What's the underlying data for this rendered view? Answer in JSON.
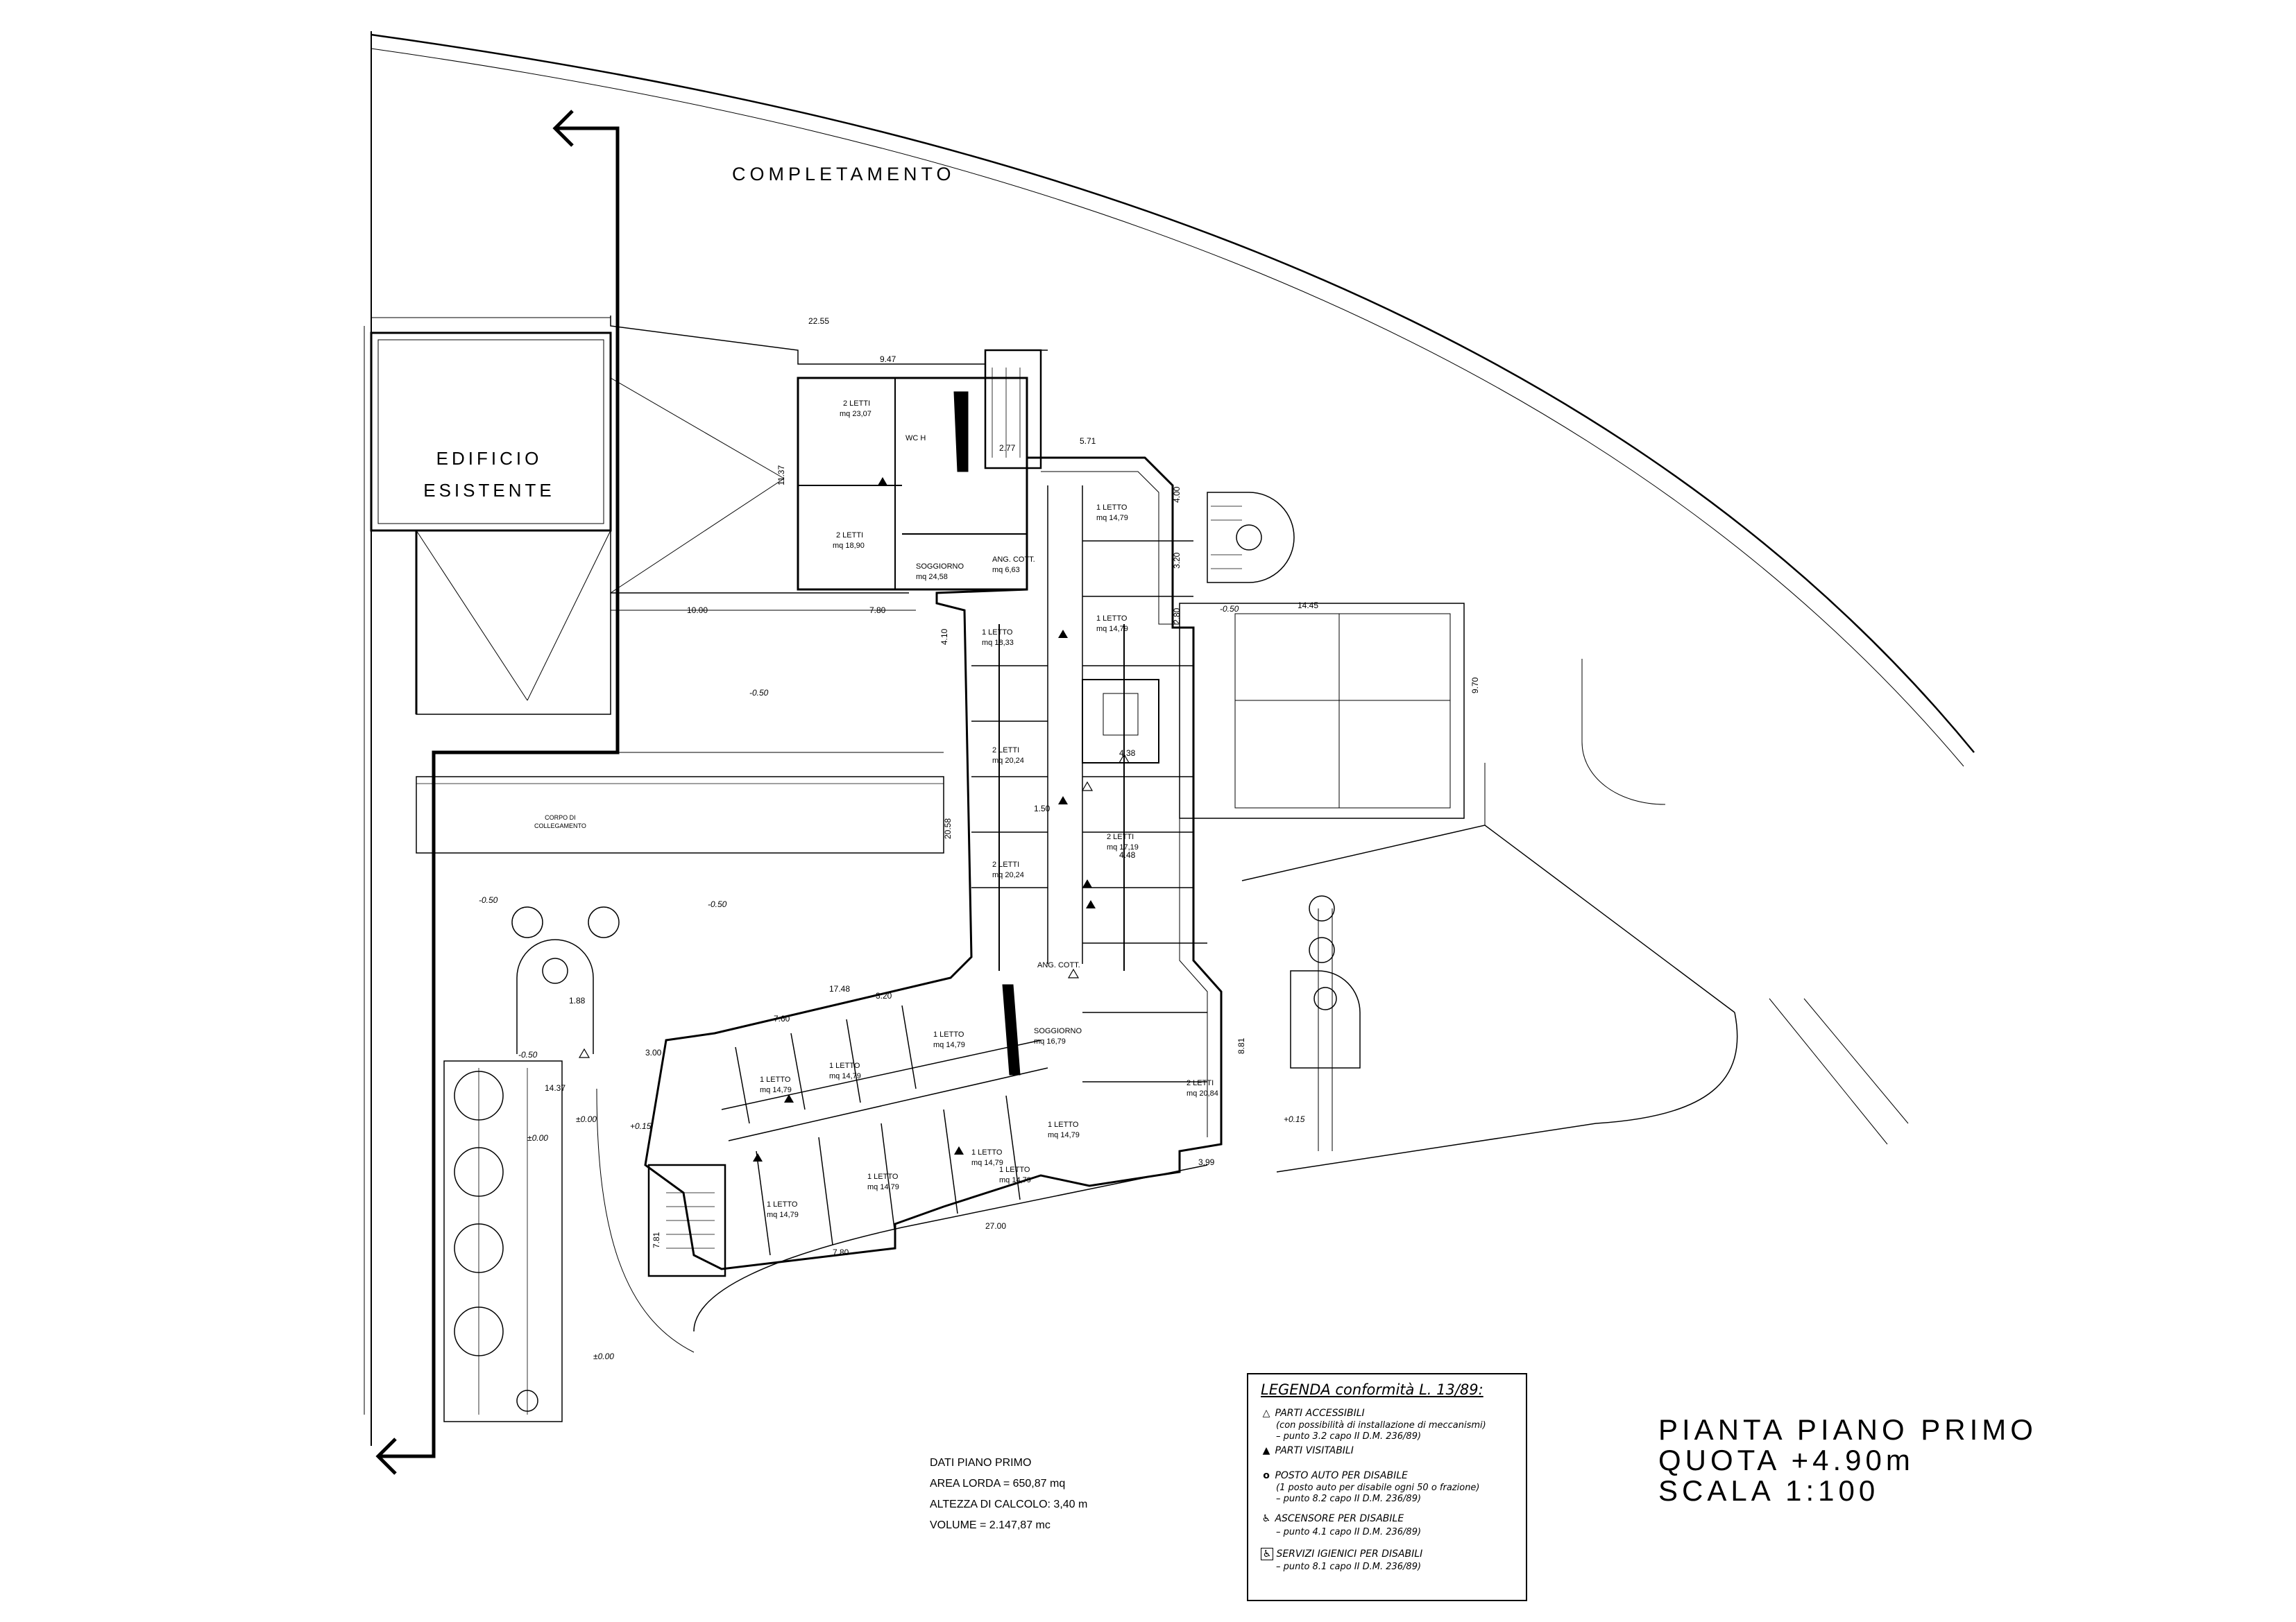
{
  "site": {
    "completamento": "COMPLETAMENTO",
    "edificio_line1": "EDIFICIO",
    "edificio_line2": "ESISTENTE",
    "corpo_line1": "CORPO DI",
    "corpo_line2": "COLLEGAMENTO"
  },
  "title_block": {
    "line1": "PIANTA PIANO PRIMO",
    "line2": "QUOTA +4.90m",
    "line3": "SCALA 1:100"
  },
  "dati": {
    "title": "DATI PIANO PRIMO",
    "area": "AREA LORDA = 650,87 mq",
    "altezza": "ALTEZZA DI CALCOLO: 3,40 m",
    "volume": "VOLUME = 2.147,87 mc"
  },
  "legend": {
    "title": "LEGENDA conformità L. 13/89:",
    "items": [
      {
        "symbol": "△",
        "label": "PARTI ACCESSIBILI",
        "notes": [
          "(con possibilità di installazione di meccanismi)",
          "– punto 3.2 capo II D.M. 236/89)"
        ]
      },
      {
        "symbol": "▲",
        "label": "PARTI VISITABILI",
        "notes": []
      },
      {
        "symbol": "o",
        "label": "POSTO AUTO PER DISABILE",
        "notes": [
          "(1 posto auto per disabile ogni 50 o frazione)",
          "– punto 8.2 capo II D.M. 236/89)"
        ]
      },
      {
        "symbol": "♿",
        "label": "ASCENSORE PER DISABILE",
        "notes": [
          "– punto 4.1 capo II D.M. 236/89)"
        ]
      },
      {
        "symbol": "♿",
        "label": "SERVIZI IGIENICI PER DISABILI",
        "notes": [
          "– punto 8.1 capo II D.M. 236/89)"
        ]
      }
    ]
  },
  "dimensions": {
    "d1": "22.55",
    "d2": "9.47",
    "d3": "2.77",
    "d4": "5.71",
    "d5": "10.00",
    "d6": "7.80",
    "d7": "14.45",
    "d8": "17.48",
    "d9": "7.60",
    "d10": "3.20",
    "d11": "14.37",
    "d12": "27.00",
    "d13": "7.80",
    "d14": "3.99",
    "d15": "3.00",
    "d16": "1.88",
    "d17": "4.48",
    "d18": "1.50",
    "d19": "4.38",
    "d20": "11.37",
    "d21": "20.58",
    "d22": "8.81",
    "d23": "7.81",
    "d24": "9.70",
    "d25": "4.10",
    "d26": "3.20",
    "d27": "2.80",
    "d28": "4.00"
  },
  "elevations": {
    "e1": "-0.50",
    "e2": "-0.50",
    "e3": "-0.50",
    "e4": "-0.50",
    "e5": "±0.00",
    "e6": "±0.00",
    "e7": "+0.15",
    "e8": "±0.00",
    "e9": "+0.15",
    "e10": "-0.50"
  },
  "rooms": {
    "r1": "2 LETTI",
    "r1a": "mq 23,07",
    "r2": "WC H",
    "r3": "2 LETTI",
    "r3a": "mq 18,90",
    "r4": "SOGGIORNO",
    "r4a": "mq 24,58",
    "r5": "ANG. COTT.",
    "r5a": "mq 6,63",
    "r6": "1 LETTO",
    "r6a": "mq 14,79",
    "r7": "1 LETTO",
    "r7a": "mq 14,79",
    "r8": "1 LETTO",
    "r8a": "mq 18,33",
    "r9": "2 LETTI",
    "r9a": "mq 20,24",
    "r10": "2 LETTI",
    "r10a": "mq 20,24",
    "r11": "2 LETTI",
    "r11a": "mq 17,19",
    "r12": "ANG. COTT.",
    "r13": "SOGGIORNO",
    "r13a": "mq 16,79",
    "r14": "1 LETTO",
    "r14a": "mq 14,79",
    "r15": "1 LETTO",
    "r15a": "mq 14,79",
    "r16": "1 LETTO",
    "r16a": "mq 14,79",
    "r17": "2 LETTI",
    "r17a": "mq 20,84",
    "r18": "1 LETTO",
    "r18a": "mq 14,79",
    "r19": "1 LETTO",
    "r19a": "mq 14,79",
    "r20": "1 LETTO",
    "r20a": "mq 14,79",
    "r21": "1 LETTO",
    "r21a": "mq 14,79",
    "r22": "1 LETTO",
    "r22a": "mq 14,79"
  }
}
